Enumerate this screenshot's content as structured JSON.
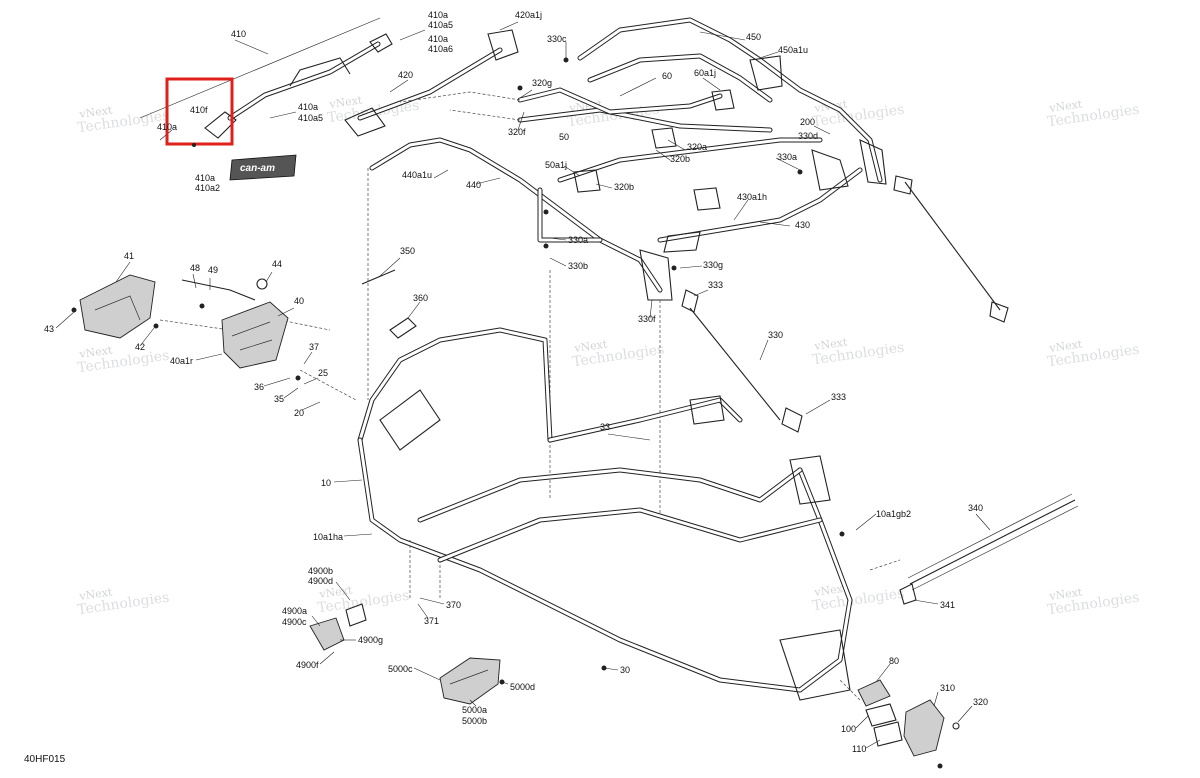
{
  "diagram_code": "40HF015",
  "brand_decal": "can-am",
  "watermark_lines": [
    "vNext",
    "Technologies"
  ],
  "highlight_color": "#e0201a",
  "labels": [
    {
      "id": "410",
      "text": "410"
    },
    {
      "id": "410a_top",
      "text": "410a"
    },
    {
      "id": "410a5_top",
      "text": "410a5"
    },
    {
      "id": "410a_2",
      "text": "410a"
    },
    {
      "id": "410a6",
      "text": "410a6"
    },
    {
      "id": "420a1j",
      "text": "420a1j"
    },
    {
      "id": "330c",
      "text": "330c"
    },
    {
      "id": "450",
      "text": "450"
    },
    {
      "id": "450a1u",
      "text": "450a1u"
    },
    {
      "id": "420",
      "text": "420"
    },
    {
      "id": "60",
      "text": "60"
    },
    {
      "id": "60a1j",
      "text": "60a1j"
    },
    {
      "id": "410f",
      "text": "410f"
    },
    {
      "id": "410a_left",
      "text": "410a"
    },
    {
      "id": "410a_mid",
      "text": "410a"
    },
    {
      "id": "410a5_mid",
      "text": "410a5"
    },
    {
      "id": "320g",
      "text": "320g"
    },
    {
      "id": "320f",
      "text": "320f"
    },
    {
      "id": "50",
      "text": "50"
    },
    {
      "id": "200",
      "text": "200"
    },
    {
      "id": "330d",
      "text": "330d"
    },
    {
      "id": "320a",
      "text": "320a"
    },
    {
      "id": "320b_a",
      "text": "320b"
    },
    {
      "id": "410a_dec",
      "text": "410a"
    },
    {
      "id": "410a2",
      "text": "410a2"
    },
    {
      "id": "440a1u",
      "text": "440a1u"
    },
    {
      "id": "50a1j",
      "text": "50a1j"
    },
    {
      "id": "330a_r",
      "text": "330a"
    },
    {
      "id": "440",
      "text": "440"
    },
    {
      "id": "320b_b",
      "text": "320b"
    },
    {
      "id": "430a1h",
      "text": "430a1h"
    },
    {
      "id": "430",
      "text": "430"
    },
    {
      "id": "330a_c",
      "text": "330a"
    },
    {
      "id": "330b",
      "text": "330b"
    },
    {
      "id": "330g",
      "text": "330g"
    },
    {
      "id": "350",
      "text": "350"
    },
    {
      "id": "41",
      "text": "41"
    },
    {
      "id": "48",
      "text": "48"
    },
    {
      "id": "49",
      "text": "49"
    },
    {
      "id": "44",
      "text": "44"
    },
    {
      "id": "333_a",
      "text": "333"
    },
    {
      "id": "330f",
      "text": "330f"
    },
    {
      "id": "360",
      "text": "360"
    },
    {
      "id": "40",
      "text": "40"
    },
    {
      "id": "43",
      "text": "43"
    },
    {
      "id": "42",
      "text": "42"
    },
    {
      "id": "40a1r",
      "text": "40a1r"
    },
    {
      "id": "330",
      "text": "330"
    },
    {
      "id": "37",
      "text": "37"
    },
    {
      "id": "25",
      "text": "25"
    },
    {
      "id": "36",
      "text": "36"
    },
    {
      "id": "35",
      "text": "35"
    },
    {
      "id": "20",
      "text": "20"
    },
    {
      "id": "333_b",
      "text": "333"
    },
    {
      "id": "33",
      "text": "33"
    },
    {
      "id": "10",
      "text": "10"
    },
    {
      "id": "10a1gb2",
      "text": "10a1gb2"
    },
    {
      "id": "340",
      "text": "340"
    },
    {
      "id": "10a1ha",
      "text": "10a1ha"
    },
    {
      "id": "4900b",
      "text": "4900b"
    },
    {
      "id": "4900d",
      "text": "4900d"
    },
    {
      "id": "370",
      "text": "370"
    },
    {
      "id": "341",
      "text": "341"
    },
    {
      "id": "4900a",
      "text": "4900a"
    },
    {
      "id": "4900c",
      "text": "4900c"
    },
    {
      "id": "371",
      "text": "371"
    },
    {
      "id": "4900g",
      "text": "4900g"
    },
    {
      "id": "4900f",
      "text": "4900f"
    },
    {
      "id": "5000c",
      "text": "5000c"
    },
    {
      "id": "30",
      "text": "30"
    },
    {
      "id": "80",
      "text": "80"
    },
    {
      "id": "5000d",
      "text": "5000d"
    },
    {
      "id": "310",
      "text": "310"
    },
    {
      "id": "5000a",
      "text": "5000a"
    },
    {
      "id": "5000b",
      "text": "5000b"
    },
    {
      "id": "320",
      "text": "320"
    },
    {
      "id": "100",
      "text": "100"
    },
    {
      "id": "110",
      "text": "110"
    }
  ]
}
